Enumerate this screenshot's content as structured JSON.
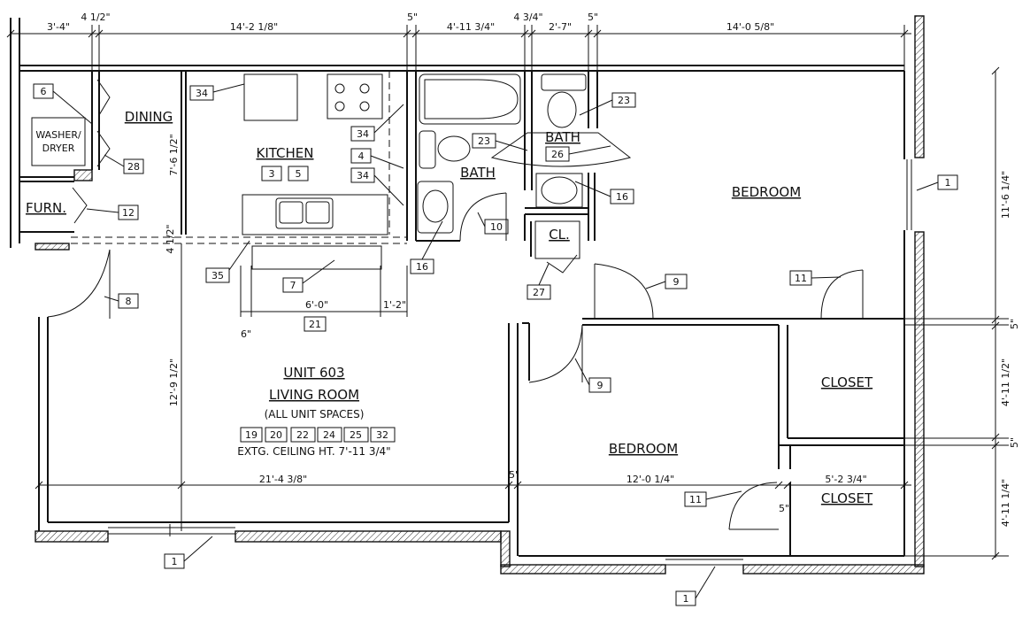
{
  "rooms": {
    "dining": "DINING",
    "kitchen": "KITCHEN",
    "bath_left": "BATH",
    "bath_right": "BATH",
    "bedroom_right": "BEDROOM",
    "bedroom_lower": "BEDROOM",
    "closet_upper": "CLOSET",
    "closet_lower": "CLOSET",
    "furnace": "FURN.",
    "closet_small": "CL.",
    "unit": "UNIT 603",
    "living": "LIVING ROOM",
    "all_spaces": "(ALL UNIT SPACES)",
    "ceiling": "EXTG. CEILING HT. 7'-11 3/4\""
  },
  "labels": {
    "washer": "WASHER/",
    "dryer": "DRYER"
  },
  "dims": {
    "d1": "3'-4\"",
    "d2": "4 1/2\"",
    "d3": "14'-2 1/8\"",
    "d4": "5\"",
    "d5": "4'-11 3/4\"",
    "d6": "4 3/4\"",
    "d7": "2'-7\"",
    "d8": "5\"",
    "d9": "14'-0 5/8\"",
    "d10": "7'-6 1/2\"",
    "d11": "4 1/2\"",
    "d12": "6'-0\"",
    "d13": "1'-2\"",
    "d14": "6\"",
    "d15": "12'-9 1/2\"",
    "d16": "21'-4 3/8\"",
    "d17": "5'",
    "d18": "12'-0 1/4\"",
    "d19": "5'-2 3/4\"",
    "d20": "5\"",
    "d21": "11'-6 1/4\"",
    "d22": "5\"",
    "d23": "4'-11 1/2\"",
    "d24": "5\"",
    "d25": "4'-11 1/4\""
  },
  "tags": {
    "t6": "6",
    "t28": "28",
    "t12": "12",
    "t34a": "34",
    "t34b": "34",
    "t4": "4",
    "t34c": "34",
    "t3": "3",
    "t5": "5",
    "t23a": "23",
    "t23b": "23",
    "t26": "26",
    "t16a": "16",
    "t16b": "16",
    "t10": "10",
    "t35": "35",
    "t7": "7",
    "t21": "21",
    "t27": "27",
    "t9a": "9",
    "t9b": "9",
    "t8": "8",
    "t11a": "11",
    "t11b": "11",
    "t1a": "1",
    "t1b": "1",
    "t1c": "1",
    "t19": "19",
    "t20": "20",
    "t22": "22",
    "t24": "24",
    "t25": "25",
    "t32": "32"
  }
}
